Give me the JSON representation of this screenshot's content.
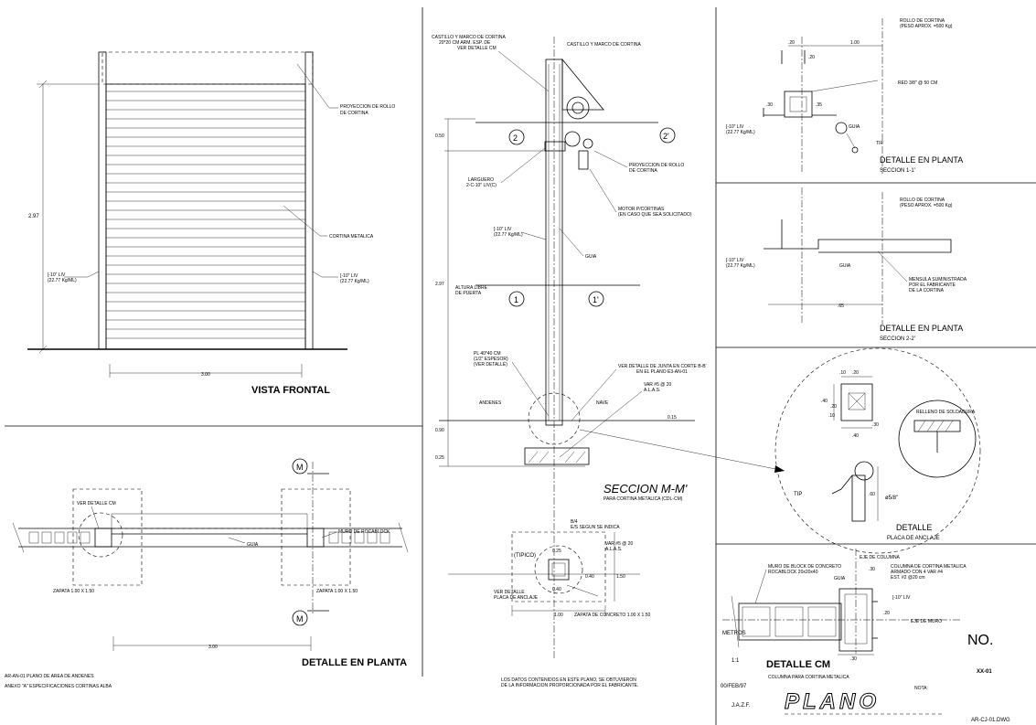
{
  "front": {
    "title": "VISTA FRONTAL",
    "dim_height": "2.97",
    "dim_width": "3.00",
    "note_projection": [
      "PROYECCION DE ROLLO",
      "DE CORTINA"
    ],
    "note_curtain": "CORTINA METALICA",
    "note_left": [
      "[-10\" LIV",
      "(22.77 Kg/ML)"
    ],
    "note_right": [
      "[-10\" LIV",
      "(22.77 Kg/ML)"
    ]
  },
  "plan": {
    "title": "DETALLE EN PLANTA",
    "ref_detail": "VER DETALLE CM",
    "wall_note": "MURO DE ROCABLOCK",
    "guide": "GUIA",
    "footing_left": "ZAPATA 1.00 X 1.50",
    "footing_right": "ZAPATA 1.00 X 1.50",
    "dim_width": "3.00",
    "section_mark": "M"
  },
  "notes": {
    "line1": "AR-AN-01  PLANO DE AREA DE ANDENES",
    "line2": "ANEXO \"A\"  ESPECIFICACIONES CORTINAS ALBA"
  },
  "section": {
    "title": "SECCION M-M'",
    "subtitle": "PARA CORTINA METALICA (CDL-CM)",
    "top_note": [
      "CASTILLO Y MARCO DE CORTINA",
      "20*20 CM ARM. ESP. DE",
      "VER DETALLE CM"
    ],
    "top_note2": "CASTILLO Y MARCO DE CORTINA",
    "projection": [
      "PROYECCION DE ROLLO",
      "DE CORTINA"
    ],
    "motor": [
      "MOTOR P/CORTINAS",
      "(EN CASO QUE SEA SOLICITADO)"
    ],
    "larguero": [
      "LARGUERO",
      "2-C-10\" LIV(C)"
    ],
    "channel": [
      "[-10\" LIV",
      "(22.77 Kg/ML)"
    ],
    "guide": "GUIA",
    "clear": [
      "ALTURA LIBRE",
      "DE PUERTA"
    ],
    "plate": [
      "PL 40*40 CM",
      "(1/2\" ESPESOR)",
      "(VER DETALLE)"
    ],
    "joint": [
      "VER DETALLE DE JUNTA EN CORTE B-B'",
      "EN EL PLANO E3-AN-01"
    ],
    "bars": [
      "VAR #5 @ 20",
      "A.L.A.S."
    ],
    "andenes": "ANDENES",
    "nave": "NAVE",
    "dims": [
      "0.50",
      "2.97",
      "0.90",
      "0.25",
      "0.15"
    ],
    "marks": [
      "2",
      "2'",
      "1",
      "1'"
    ]
  },
  "footing": {
    "typical": "(TIPICO)",
    "plate_ref": [
      "VER DETALLE",
      "PLACA DE ANCLAJE"
    ],
    "top_note": [
      "B/4",
      "E/S SEGUN SE INDICA"
    ],
    "bars": [
      "VAR #5 @ 20",
      "A.L.A.S."
    ],
    "zapata": "ZAPATA DE CONCRETO 1.00 X 1.50",
    "dims": [
      "0.25",
      "0.40",
      "0.40",
      "1.00",
      "1.50"
    ]
  },
  "disclaimer": [
    "LOS DATOS CONTENIDOS EN ESTE PLANO, SE OBTUVIERON",
    "DE LA INFORMACION PROPORCIONADA POR EL FABRICANTE."
  ],
  "sec1": {
    "title": "DETALLE EN PLANTA",
    "subtitle": "SECCION 1-1'",
    "roll": [
      "ROLLO DE CORTINA",
      "(PESO APROX. =500 Kg)"
    ],
    "red": "RED 3/8\" @ 50 CM",
    "channel": [
      "[-10\" LIV",
      "(22.77 Kg/ML)"
    ],
    "guide": "GUIA",
    "tip": "TIP",
    "dims": [
      "1.00",
      ".20",
      ".30",
      ".20",
      ".35"
    ]
  },
  "sec2": {
    "title": "DETALLE EN PLANTA",
    "subtitle": "SECCION 2-2'",
    "roll": [
      "ROLLO DE CORTINA",
      "(PESO APROX. =500 Kg)"
    ],
    "channel": [
      "[-10\" LIV",
      "(22.77 Kg/ML)"
    ],
    "guide": "GUIA",
    "bracket": [
      "MENSULA SUMINISTRADA",
      "POR EL FABRICANTE",
      "DE LA CORTINA"
    ],
    "dim": ".65"
  },
  "anchor": {
    "title": "DETALLE",
    "subtitle": "PLACA DE ANCLAJE",
    "bar": "ø5/8\"",
    "tip": "TIP",
    "dim": ".60",
    "relleno": "RELLENO DE SOLDADURA",
    "dims": [
      ".10",
      ".20",
      ".40",
      ".20",
      ".10",
      ".30",
      ".40"
    ]
  },
  "detail_cm": {
    "title": "DETALLE CM",
    "axis_col": "EJE DE COLUMNA",
    "axis_wall": "EJE DE MURO",
    "wall": [
      "MURO DE BLOCK DE CONCRETO",
      "ROCABLOCK 20x20x40"
    ],
    "column": [
      "COLUMNA DE CORTINA METALICA",
      "ARMADO CON 4 VAR #4",
      "EST. #2 @20 cm"
    ],
    "guide": "GUIA",
    "channel": "[-10\" LIV",
    "dims": [
      ".30",
      ".20",
      ".30"
    ]
  },
  "title_block": {
    "scale": "1:1",
    "units": "METROS",
    "date": "00/FEB/97",
    "author": "J.A.Z.F.",
    "plano": "PLANO",
    "note": "NOTA:",
    "no_label": "NO.",
    "sheet_no": "XX-01",
    "column_caption": "COLUMNA PARA CORTINA METALICA",
    "file": "AR-CJ-01.DWG"
  }
}
